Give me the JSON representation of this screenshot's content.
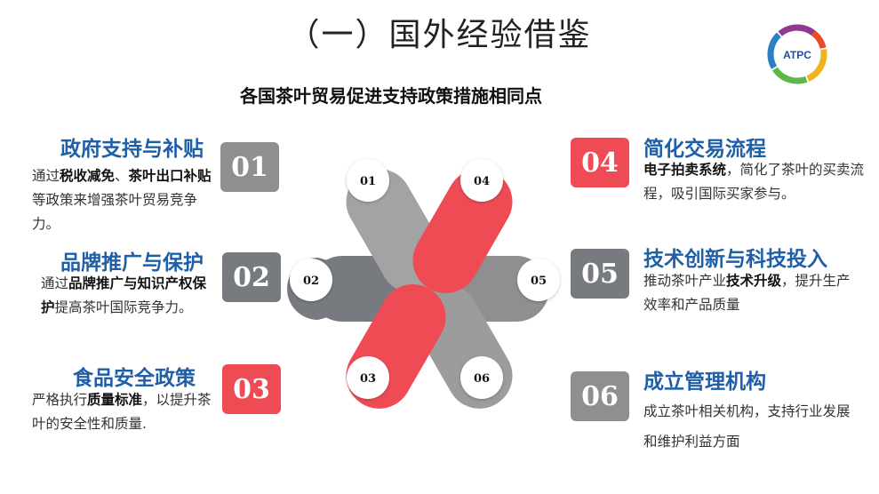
{
  "title": "（一）国外经验借鉴",
  "subtitle": "各国茶叶贸易促进支持政策措施相同点",
  "logo_text": "ATPC",
  "colors": {
    "red": "#ee4b55",
    "gray": "#8f8f8f",
    "dark_gray": "#777b80",
    "blue": "#1f5fa8"
  },
  "items": [
    {
      "num": "01",
      "title": "政府支持与补贴",
      "parts": [
        {
          "t": "通过"
        },
        {
          "t": "税收减免",
          "b": true
        },
        {
          "t": "、"
        },
        {
          "t": "茶叶出口补贴",
          "b": true
        },
        {
          "t": "等政策来增强茶叶贸易竞争力。"
        }
      ]
    },
    {
      "num": "02",
      "title": "品牌推广与保护",
      "parts": [
        {
          "t": "通过"
        },
        {
          "t": "品牌推广与知识产权保护",
          "b": true
        },
        {
          "t": "提高茶叶国际竞争力。"
        }
      ]
    },
    {
      "num": "03",
      "title": "食品安全政策",
      "parts": [
        {
          "t": "严格执行"
        },
        {
          "t": "质量标准",
          "b": true
        },
        {
          "t": "，以提升茶叶的安全性和质量."
        }
      ]
    },
    {
      "num": "04",
      "title": "简化交易流程",
      "parts": [
        {
          "t": "电子拍卖系统",
          "b": true
        },
        {
          "t": "，简化了茶叶的买卖流程，吸引国际买家参与。"
        }
      ]
    },
    {
      "num": "05",
      "title": "技术创新与科技投入",
      "parts": [
        {
          "t": "推动茶叶产业"
        },
        {
          "t": "技术升级",
          "b": true
        },
        {
          "t": "，提升生产效率和产品质量"
        }
      ]
    },
    {
      "num": "06",
      "title": "成立管理机构",
      "parts": [
        {
          "t": "成立茶叶相关机构，支持行业发展和维护利益方面"
        }
      ]
    }
  ],
  "petal_labels": [
    "01",
    "02",
    "03",
    "04",
    "05",
    "06"
  ]
}
